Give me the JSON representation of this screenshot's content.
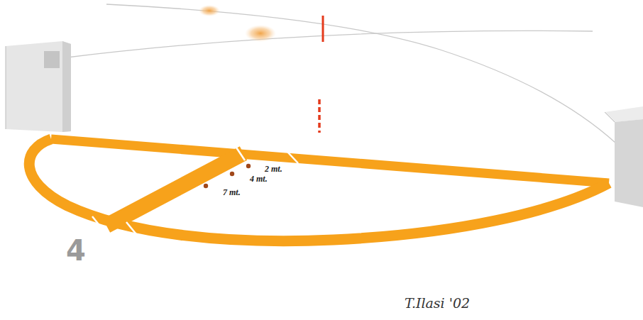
{
  "diagram": {
    "labels": [
      "2 mt.",
      "4 mt.",
      "7 mt.",
      "4",
      "T.Ilasi '02"
    ]
  }
}
